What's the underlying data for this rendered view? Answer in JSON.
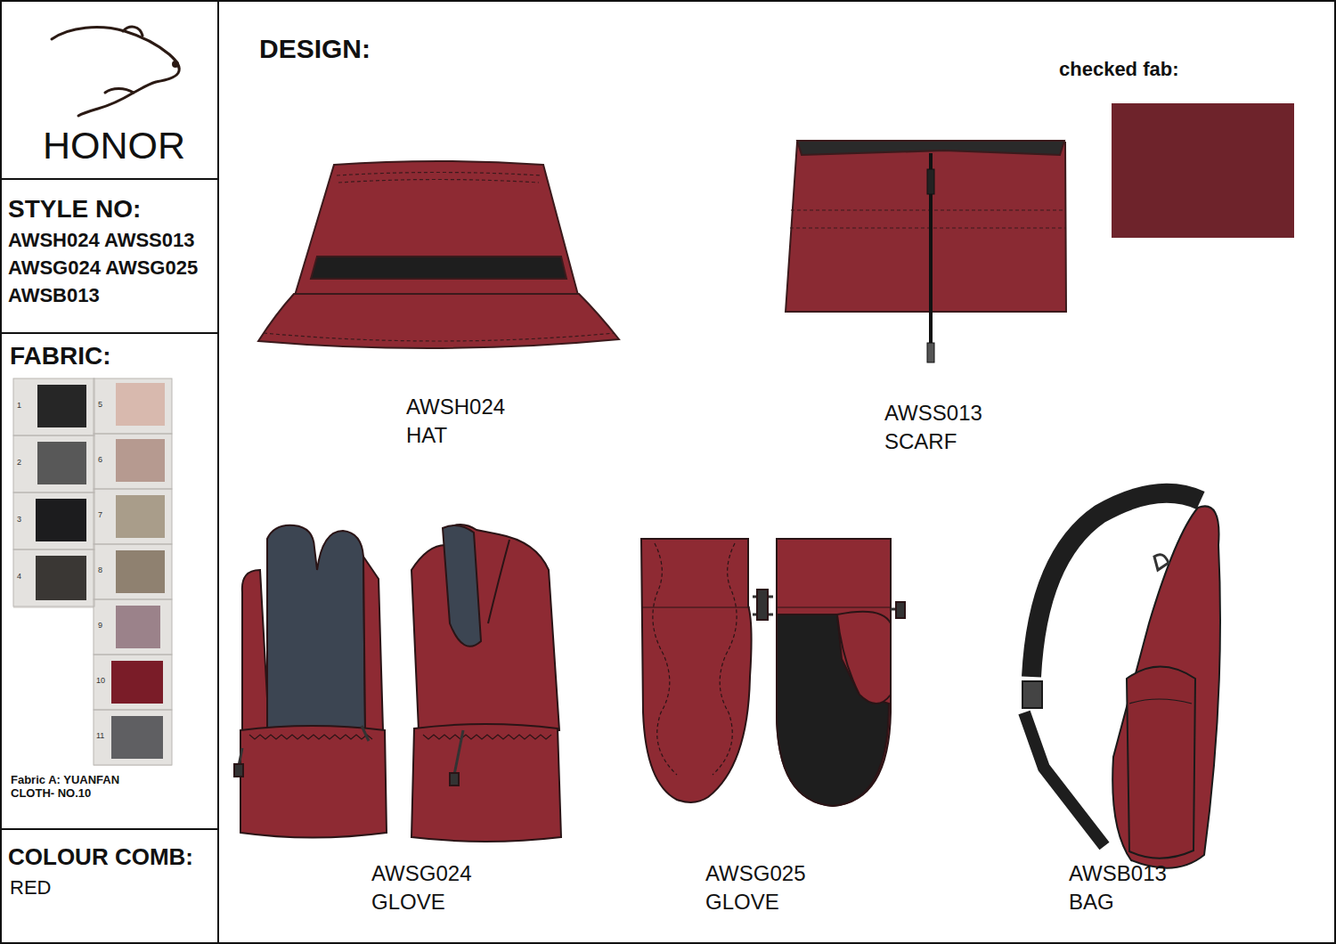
{
  "diagram": {
    "nodes": [
      {
        "text": [
          "HONOR"
        ]
      },
      {
        "text": [
          "STYLE NO:",
          "AWSH024 AWSS013 AWSG024 AWSG025 AWSB013"
        ]
      },
      {
        "text": [
          "FABRIC:",
          "Fabric A: YUANFAN CLOTH- NO.10"
        ]
      },
      {
        "text": [
          "COLOUR COMB:",
          "RED"
        ]
      },
      {
        "text": [
          "DESIGN:"
        ]
      },
      {
        "text": [
          "checked fab:"
        ],
        "in": 4
      }
    ],
    "labels": [
      "AWSH024 HAT",
      "AWSS013 SCARF",
      "AWSG024 GLOVE",
      "AWSG025 GLOVE",
      "AWSB013 BAG",
      "1",
      "2",
      "3",
      "4",
      "5",
      "6",
      "7",
      "8",
      "9",
      "10",
      "11"
    ]
  }
}
